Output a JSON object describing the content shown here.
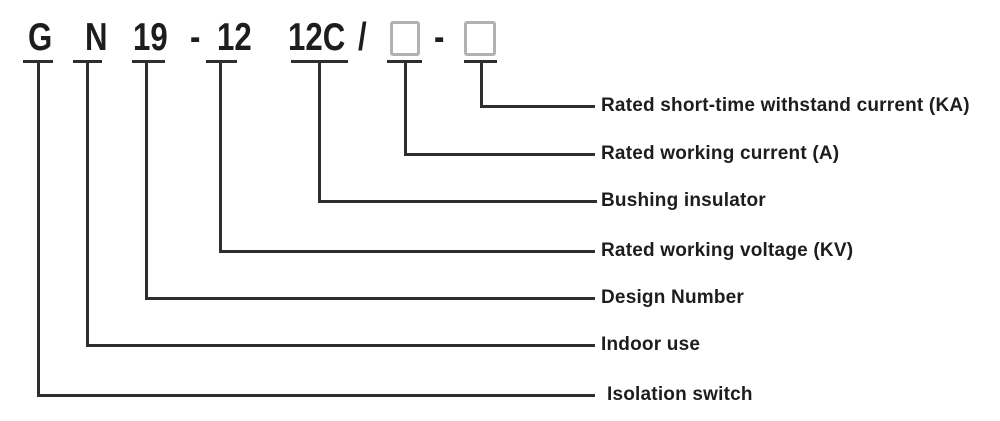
{
  "model_code": {
    "function_letter": "G",
    "location_letter": "N",
    "design_number": "19",
    "separator_1": "-",
    "rated_voltage": "12",
    "bushing_code": "12C",
    "slash": "/",
    "separator_2": "-"
  },
  "placeholder_boxes": [
    {
      "name": "rated-working-current-box",
      "shape": "empty-gray-square"
    },
    {
      "name": "rated-short-time-current-box",
      "shape": "empty-gray-square"
    }
  ],
  "annotations": [
    {
      "maps_to": "second placeholder box",
      "label": "Rated short-time withstand current (KA)"
    },
    {
      "maps_to": "first placeholder box",
      "label": "Rated working current (A)"
    },
    {
      "maps_to": "12C",
      "label": "Bushing insulator"
    },
    {
      "maps_to": "12",
      "label": "Rated working voltage (KV)"
    },
    {
      "maps_to": "19",
      "label": "Design Number"
    },
    {
      "maps_to": "N",
      "label": "Indoor use"
    },
    {
      "maps_to": "G",
      "label": "Isolation switch"
    }
  ],
  "colors": {
    "text": "#1d1d1d",
    "line": "#2e2e2e",
    "box_border": "#b2b2b2",
    "background": "#ffffff"
  }
}
